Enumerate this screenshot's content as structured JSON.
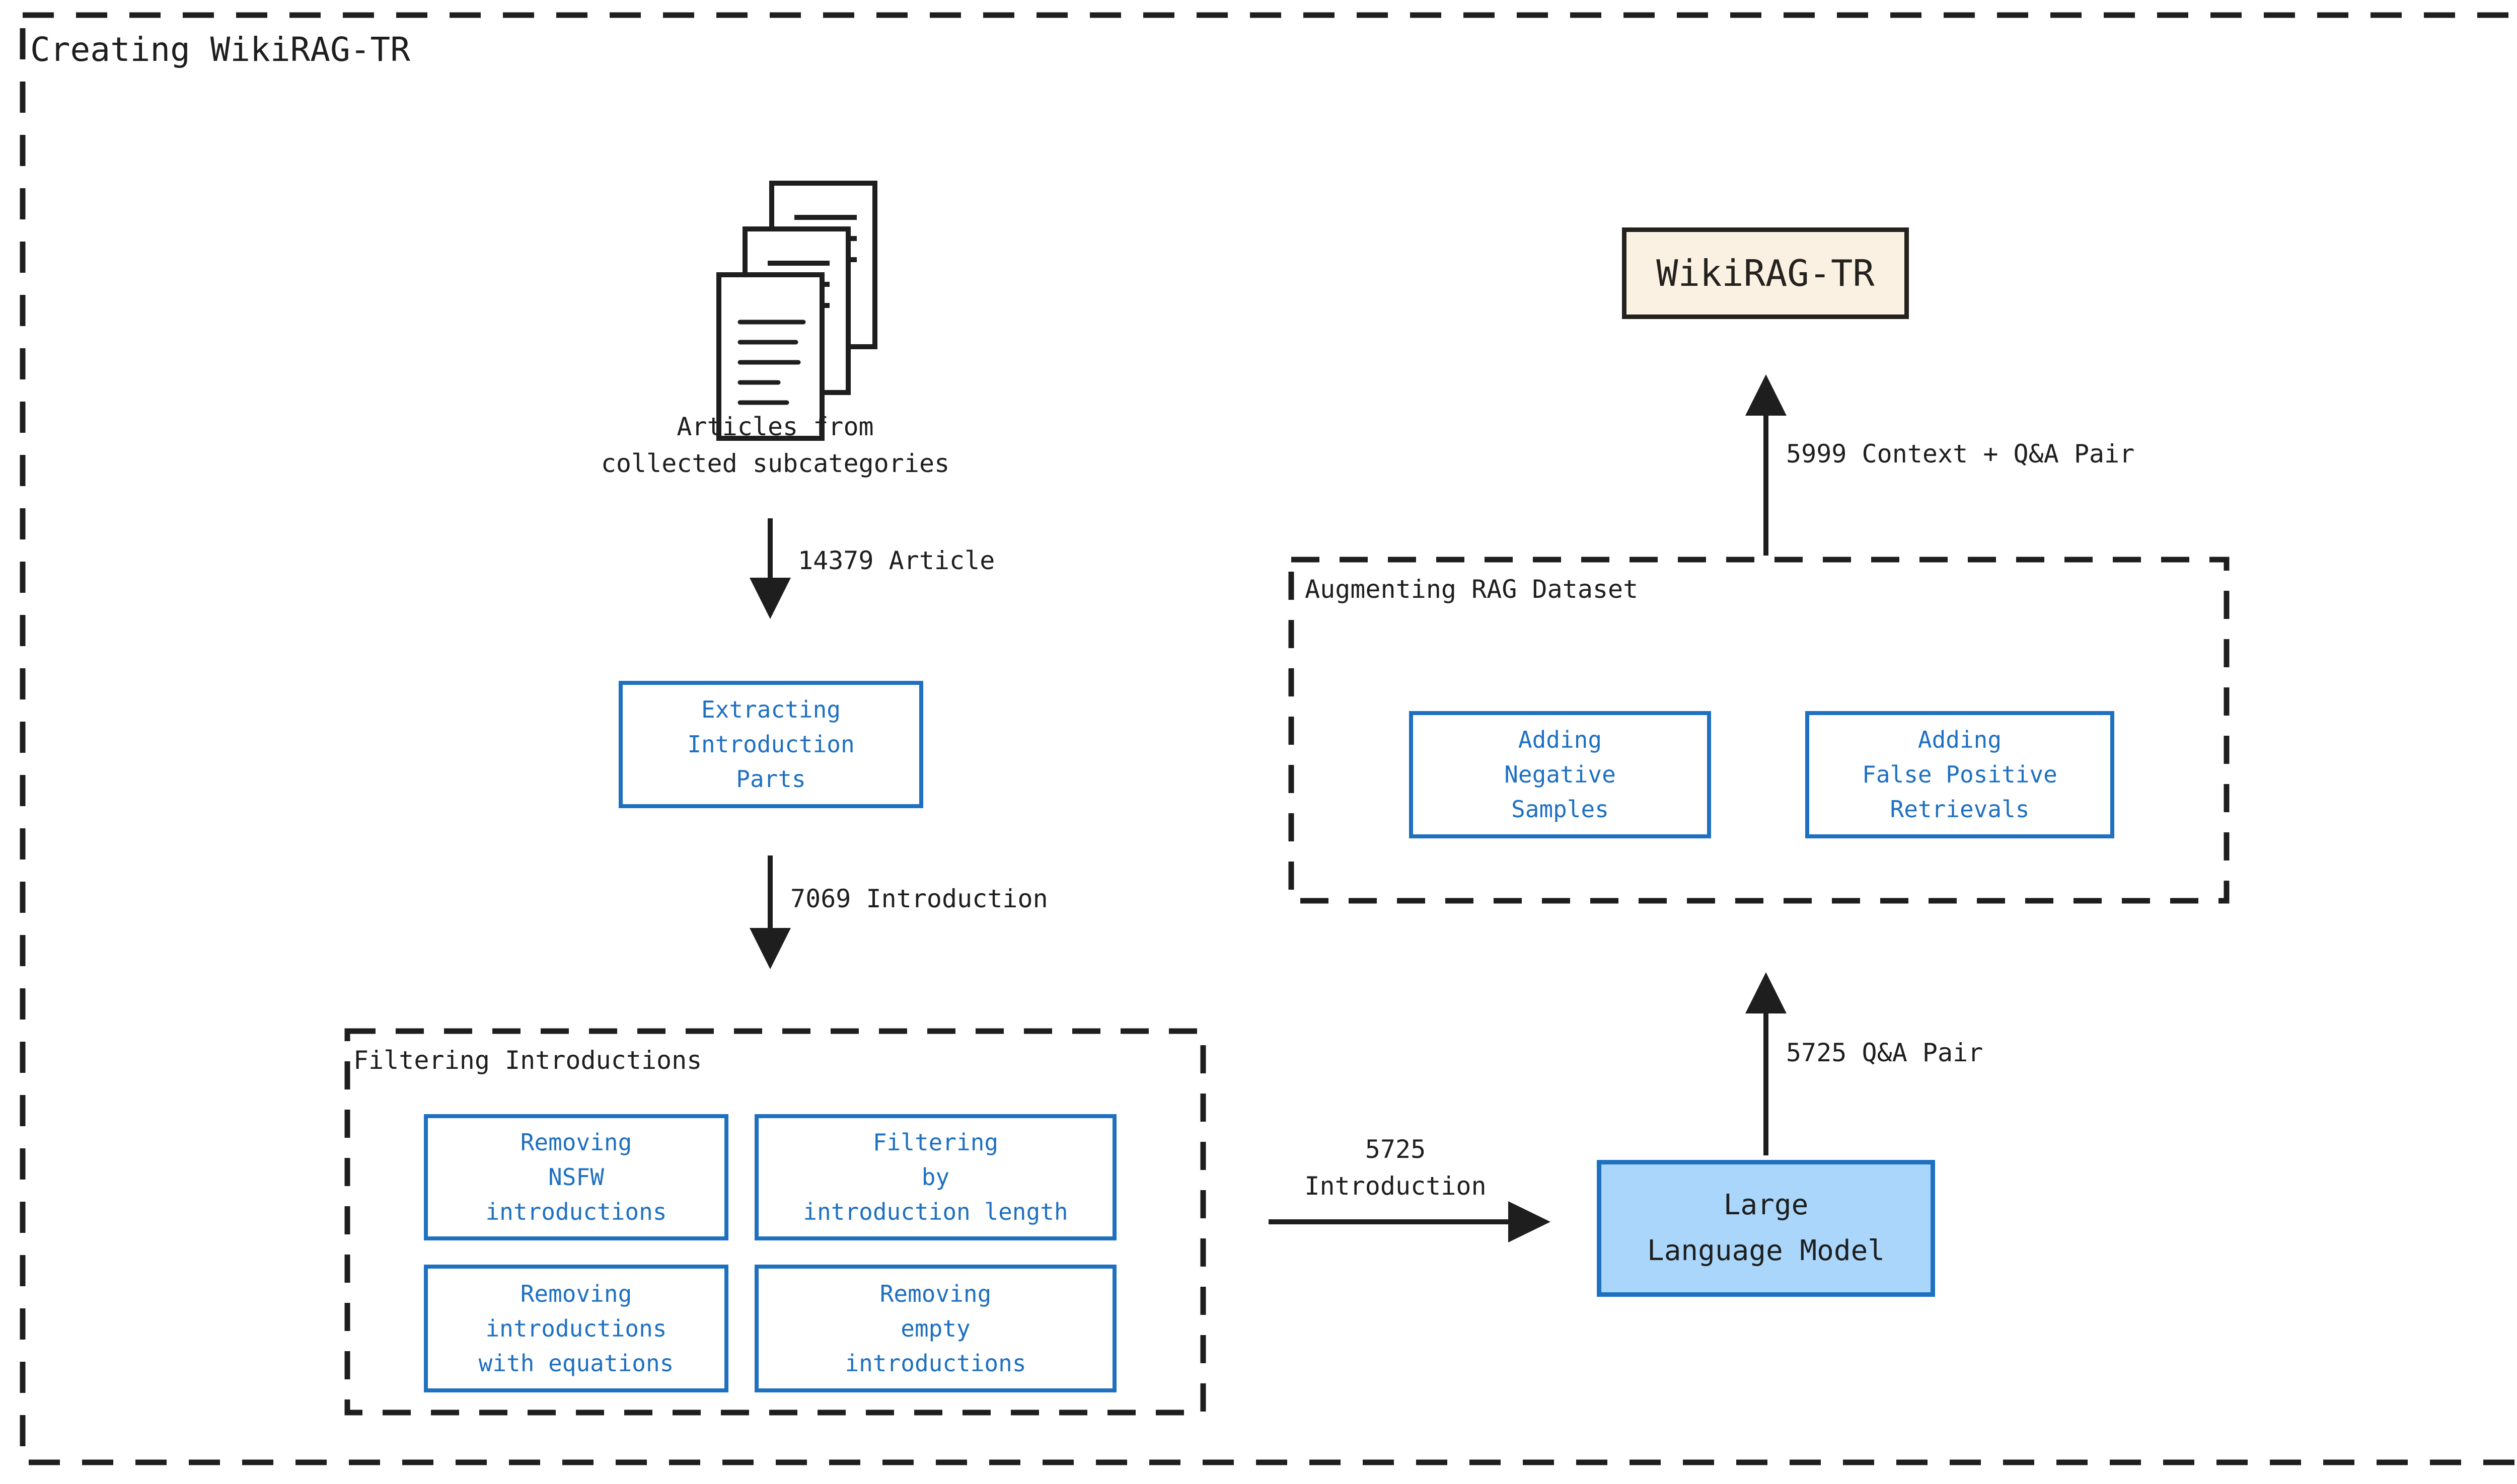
{
  "diagram": {
    "title": "Creating WikiRAG-TR",
    "source": {
      "caption": "Articles from\ncollected subcategories",
      "icon": "documents-stack-icon"
    },
    "edges": {
      "articles": "14379 Article",
      "introductions": "7069 Introduction",
      "filtered_introductions": "5725\nIntroduction",
      "qa_pairs": "5725 Q&A Pair",
      "context_qa_pairs": "5999 Context + Q&A Pair"
    },
    "nodes": {
      "extracting": "Extracting\nIntroduction\nParts",
      "llm": "Large\nLanguage Model",
      "dataset": "WikiRAG-TR"
    },
    "groups": {
      "filtering": {
        "title": "Filtering Introductions",
        "items": [
          "Removing\nNSFW\nintroductions",
          "Filtering\nby\nintroduction length",
          "Removing\nintroductions\nwith equations",
          "Removing\nempty\nintroductions"
        ]
      },
      "augmenting": {
        "title": "Augmenting RAG Dataset",
        "items": [
          "Adding\nNegative\nSamples",
          "Adding\nFalse Positive\nRetrievals"
        ]
      }
    },
    "colors": {
      "ink": "#1e1e1e",
      "blue": "#1e70c1",
      "light_blue_fill": "#a9d6fa",
      "cream_fill": "#fbf1e2"
    }
  }
}
